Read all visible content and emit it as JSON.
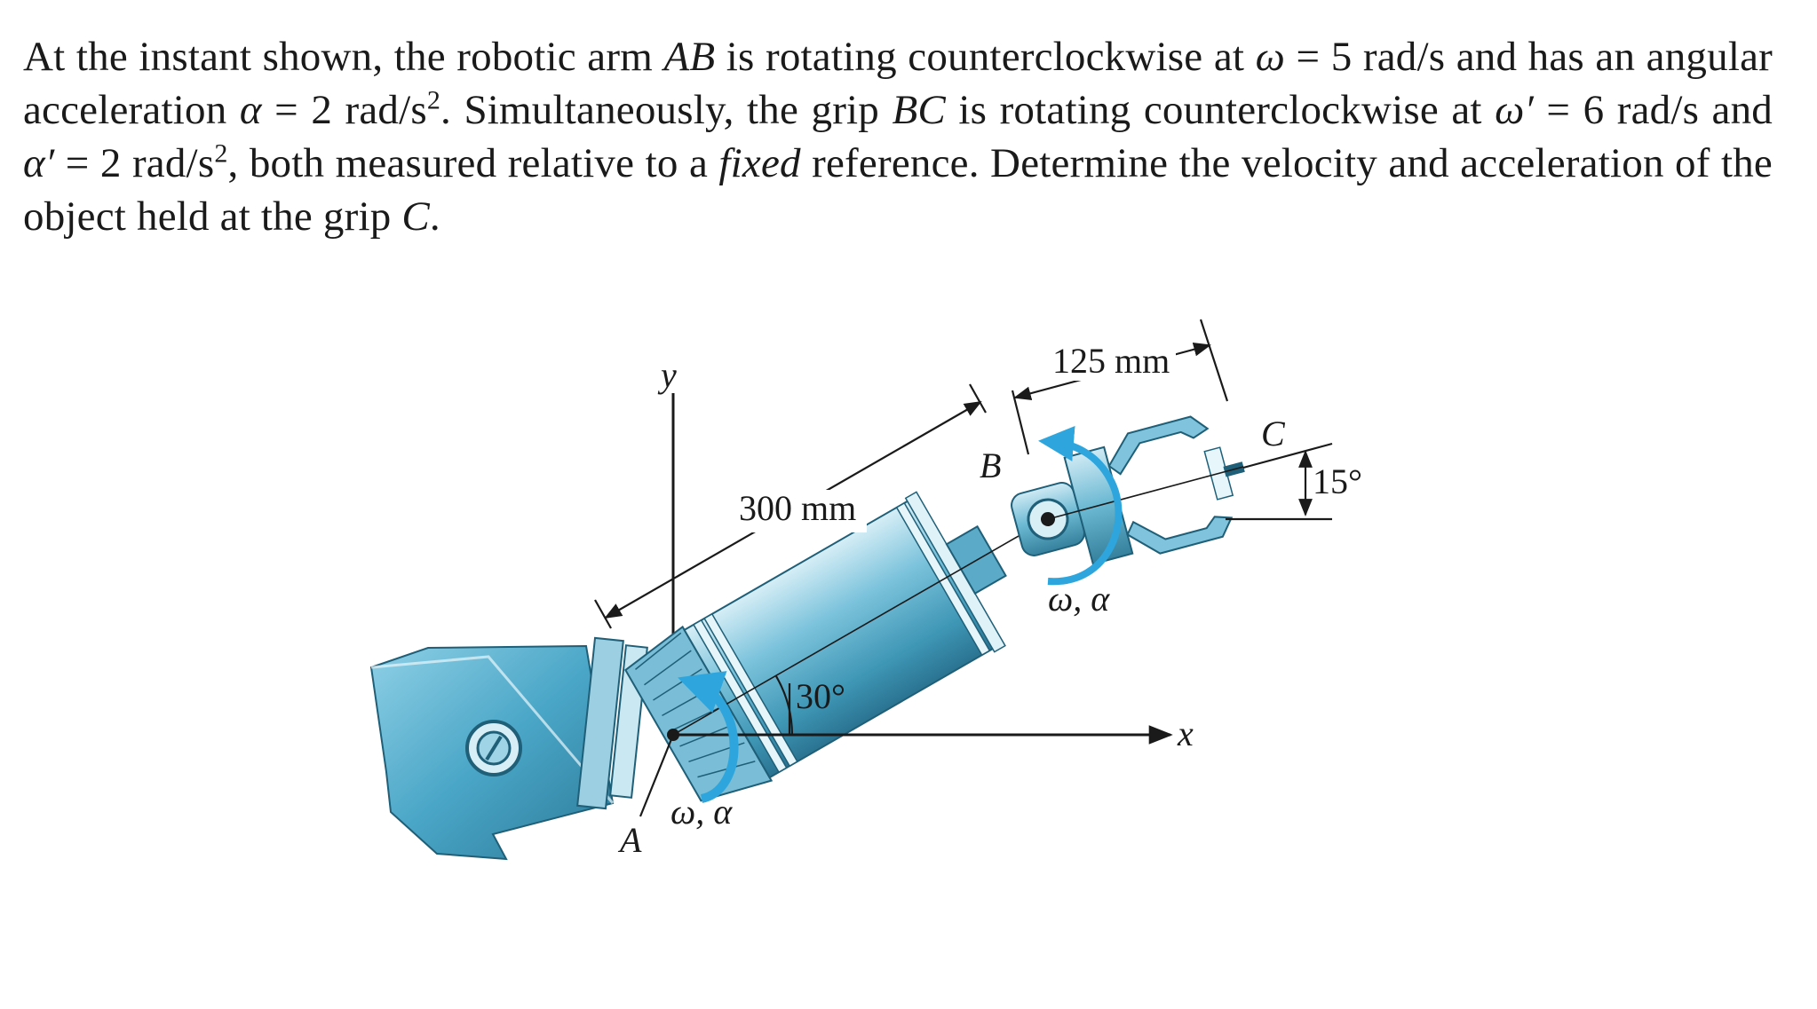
{
  "problem": {
    "s1": "At the instant shown, the robotic arm ",
    "AB": "AB",
    "s2": " is rotating counterclockwise at ",
    "omega_sym": "ω",
    "omega_val": " = 5 rad/s and has an angular acceleration ",
    "alpha_sym": "α",
    "alpha_val": " = 2 rad/s",
    "alpha_exp": "2",
    "s3": ". Simultaneously, the grip ",
    "BC": "BC",
    "s4": " is rotating counterclockwise at ",
    "omega_p_sym": "ω′",
    "omega_p_val": " = 6 rad/s and ",
    "alpha_p_sym": "α′",
    "alpha_p_val": " = 2 rad/s",
    "alpha_p_exp": "2",
    "s5": ", both measured relative to a ",
    "fixed": "fixed",
    "s6": " reference. Determine the velocity and acceleration of the object held at the grip ",
    "C": "C",
    "s7": "."
  },
  "figure": {
    "point_A": "A",
    "point_B": "B",
    "point_C": "C",
    "axis_x": "x",
    "axis_y": "y",
    "dim_AB": "300 mm",
    "dim_BC": "125 mm",
    "angle_arm": "30°",
    "angle_grip": "15°",
    "omega_alpha_A": "ω, α",
    "omega_alpha_B": "ω, α",
    "colors": {
      "arm_body": "#6ab8d2",
      "arm_dark": "#2e7f9c",
      "arm_light": "#bfe3ef",
      "rotation_arrow": "#2ea6dd",
      "ink": "#1a1a1a"
    }
  }
}
